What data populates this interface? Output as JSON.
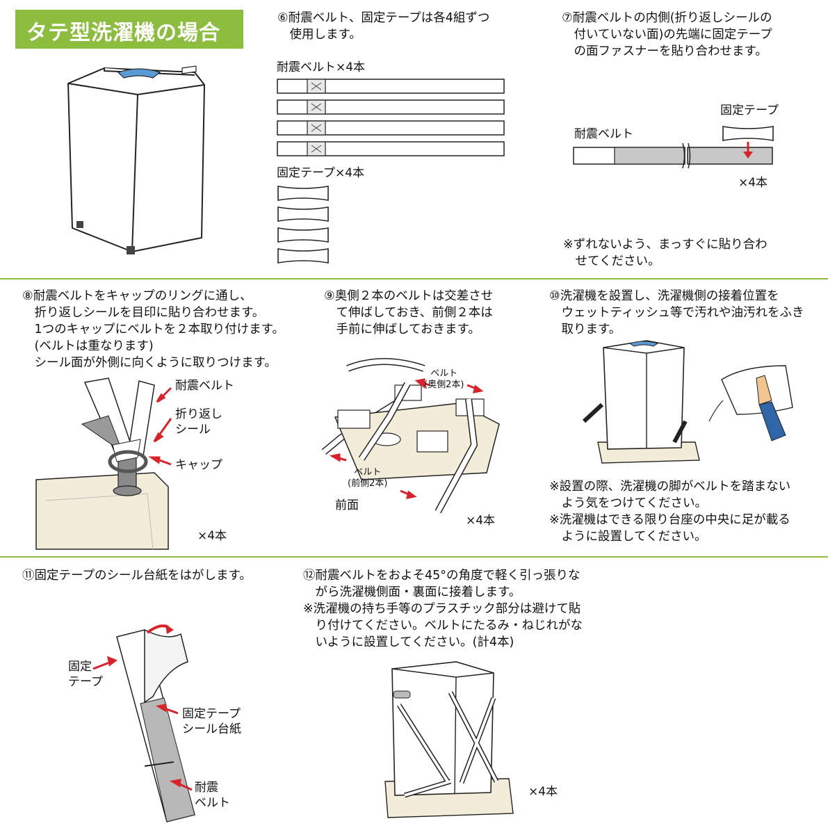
{
  "header": {
    "title": "タテ型洗濯機の場合"
  },
  "step6": {
    "text": "⑥耐震ベルト、固定テープは各4組ずつ\n　使用します。",
    "belt_label": "耐震ベルト×4本",
    "tape_label": "固定テープ×4本"
  },
  "step7": {
    "text": "⑦耐震ベルトの内側(折り返しシールの\n　付いていない面)の先端に固定テープ\n　の面ファスナーを貼り合わせます。",
    "tape_label": "固定テープ",
    "belt_label": "耐震ベルト",
    "count": "×4本",
    "note": "※ずれないよう、まっすぐに貼り合わ\n　せてください。"
  },
  "step8": {
    "text": "⑧耐震ベルトをキャップのリングに通し、\n　折り返しシールを目印に貼り合わせます。\n　1つのキャップにベルトを２本取り付けます。\n　(ベルトは重なります)\n　シール面が外側に向くように取りつけます。",
    "belt_label": "耐震ベルト",
    "seal_label": "折り返し\nシール",
    "cap_label": "キャップ",
    "count": "×4本"
  },
  "step9": {
    "text": "⑨奥側２本のベルトは交差させ\n　て伸ばしておき、前側２本は\n　手前に伸ばしておきます。",
    "back_belt": "ベルト\n(奥側2本)",
    "front_belt": "ベルト\n(前側2本)",
    "front": "前面",
    "count": "×4本"
  },
  "step10": {
    "text": "⑩洗濯機を設置し、洗濯機側の接着位置を\n　ウェットティッシュ等で汚れや油汚れをふき\n　取ります。",
    "note1": "※設置の際、洗濯機の脚がベルトを踏まない\n　よう気をつけてください。",
    "note2": "※洗濯機はできる限り台座の中央に足が載る\n　ように設置してください。"
  },
  "step11": {
    "text": "⑪固定テープのシール台紙をはがします。",
    "tape_label": "固定\nテープ",
    "backing_label": "固定テープ\nシール台紙",
    "belt_label": "耐震\nベルト"
  },
  "step12": {
    "text": "⑫耐震ベルトをおよそ45°の角度で軽く引っ張りな\n　がら洗濯機側面・裏面に接着します。\n※洗濯機の持ち手等のプラスチック部分は避けて貼\n　り付けてください。ベルトにたるみ・ねじれがな\n　いように設置してください。(計4本)",
    "count": "×4本"
  },
  "colors": {
    "accent": "#8cbd3f",
    "arrow": "#d8232a",
    "base": "#f3ecd8",
    "line": "#222222"
  }
}
